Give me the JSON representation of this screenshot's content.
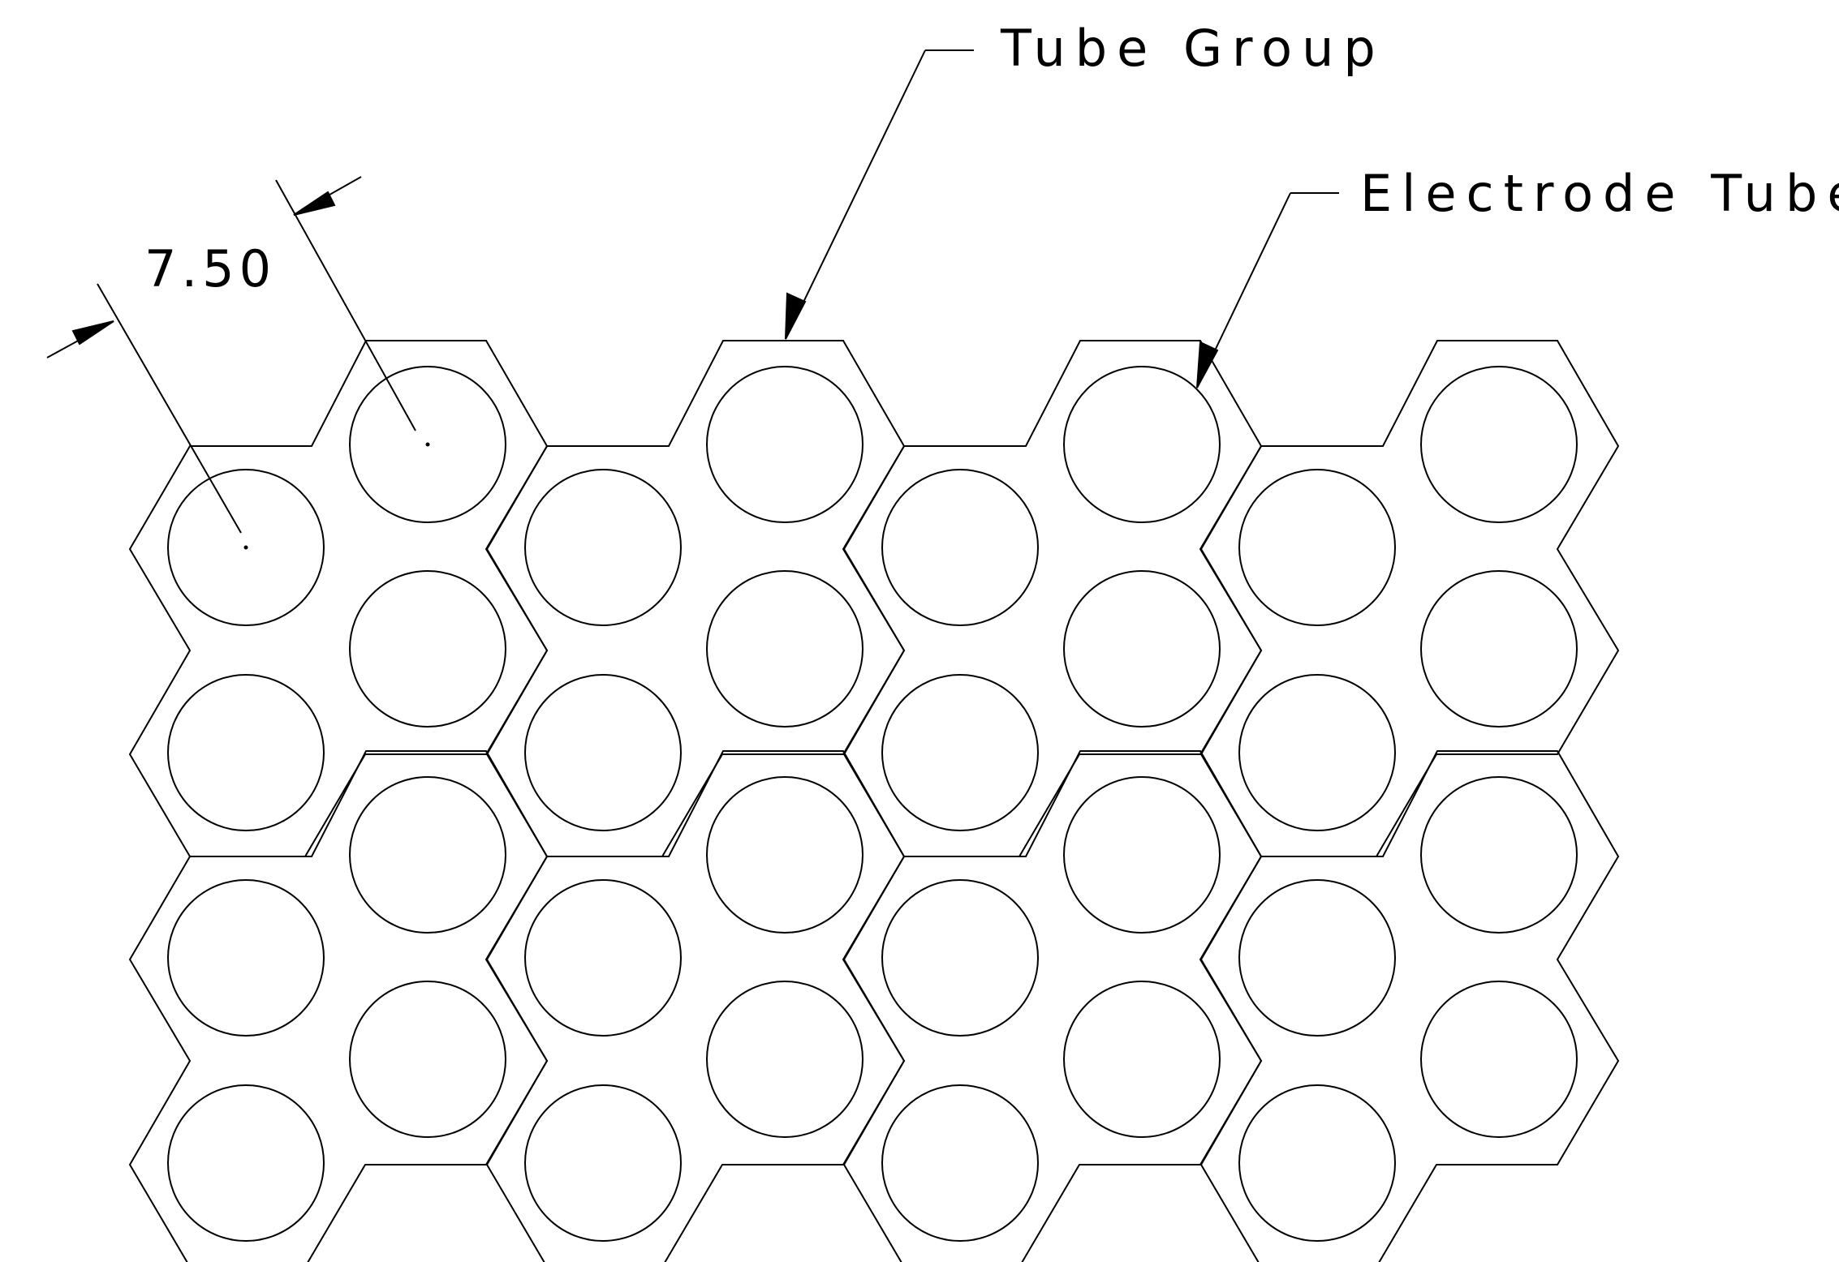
{
  "diagram": {
    "labels": {
      "tube_group": "Tube Group",
      "electrode_tube": "Electrode Tube"
    },
    "dimension": {
      "value": "7.50"
    },
    "groups": {
      "columns": 4,
      "rows": 2,
      "tubes_per_group": 4
    },
    "colors": {
      "stroke": "#000000",
      "background": "#ffffff"
    }
  }
}
